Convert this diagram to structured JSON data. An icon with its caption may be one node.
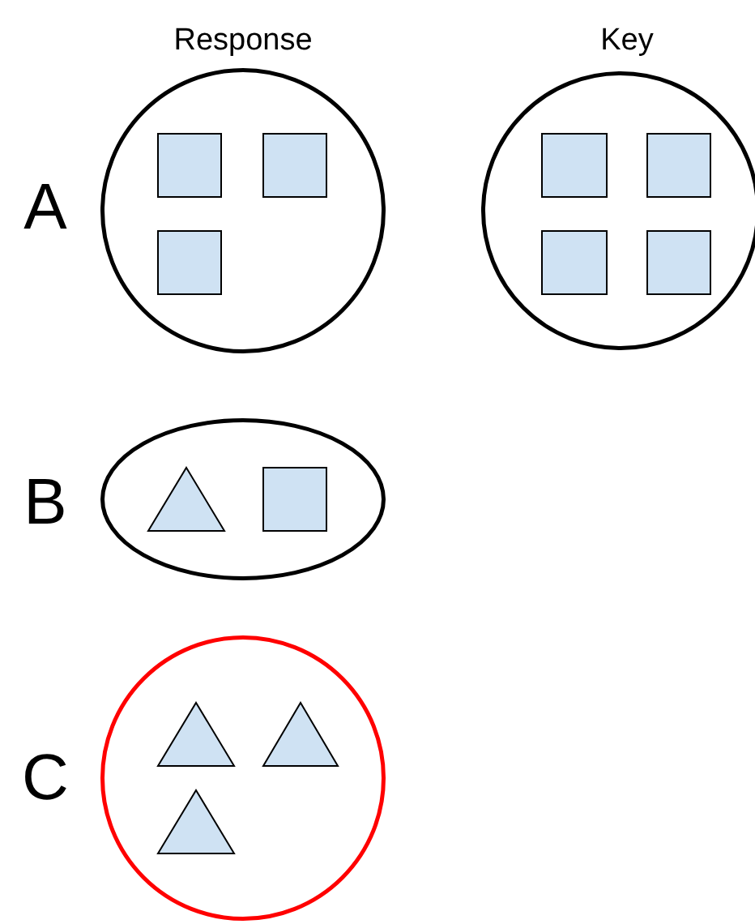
{
  "diagram": {
    "nodes": [
      {
        "text": [],
        "shape": "circle"
      },
      {
        "text": [],
        "shape": "box",
        "in": 0
      },
      {
        "text": [],
        "shape": "box",
        "in": 0
      },
      {
        "text": [],
        "shape": "box",
        "in": 0
      },
      {
        "text": [],
        "shape": "circle"
      },
      {
        "text": [],
        "shape": "box",
        "in": 4
      },
      {
        "text": [],
        "shape": "box",
        "in": 4
      },
      {
        "text": [],
        "shape": "box",
        "in": 4
      },
      {
        "text": [],
        "shape": "box",
        "in": 4
      },
      {
        "text": [],
        "shape": "ellipse"
      },
      {
        "text": [],
        "shape": "triangle",
        "in": 9
      },
      {
        "text": [],
        "shape": "box",
        "in": 9
      },
      {
        "text": [],
        "shape": "circle"
      },
      {
        "text": [],
        "shape": "triangle",
        "in": 12
      },
      {
        "text": [],
        "shape": "triangle",
        "in": 12
      },
      {
        "text": [],
        "shape": "triangle",
        "in": 12
      }
    ],
    "labels": [
      "Response",
      "Key",
      "A",
      "B",
      "C"
    ]
  }
}
